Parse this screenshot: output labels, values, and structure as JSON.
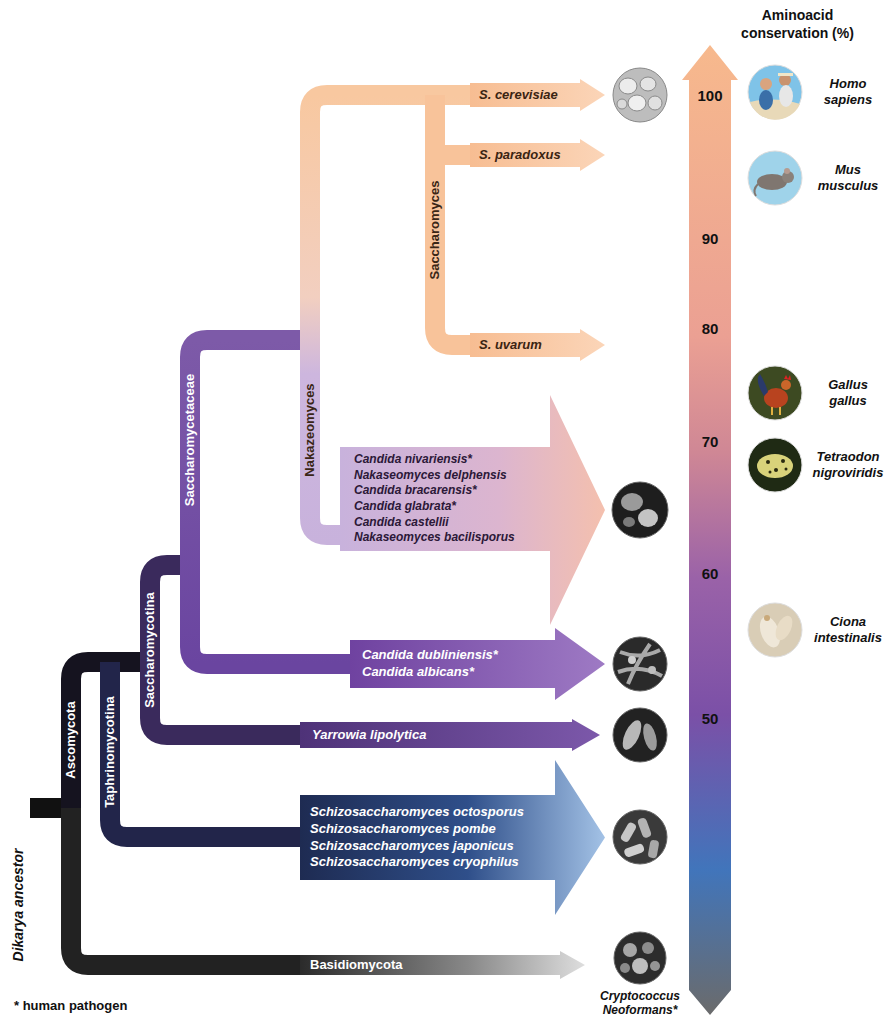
{
  "diagram": {
    "nodes": [
      {
        "text": [
          "S. cerevisiae"
        ]
      },
      {
        "text": [
          "S. paradoxus"
        ]
      },
      {
        "text": [
          "S. uvarum"
        ]
      },
      {
        "text": [
          "Candida nivariensis*",
          "Nakaseomyces delphensis",
          "Candida bracarensis*",
          "Candida glabrata*",
          "Candida castellii",
          "Nakaseomyces bacilisporus"
        ]
      },
      {
        "text": [
          "Candida dubliniensis*",
          "Candida albicans*"
        ]
      },
      {
        "text": [
          "Yarrowia lipolytica"
        ]
      },
      {
        "text": [
          "Schizosaccharomyces octosporus",
          "Schizosaccharomyces pombe",
          "Schizosaccharomyces japonicus",
          "Schizosaccharomyces cryophilus"
        ]
      },
      {
        "text": [
          "Basidiomycota"
        ]
      }
    ],
    "labels": [
      "Aminoacid conservation (%)",
      "100",
      "Homo sapiens",
      "Mus musculus",
      "90",
      "80",
      "Gallus gallus",
      "70",
      "Tetraodon nigroviridis",
      "60",
      "Ciona intestinalis",
      "50",
      "Saccharomyces",
      "Nakazeomyces",
      "Saccharomycetaceae",
      "Saccharomycotina",
      "Taphrinomycotina",
      "Ascomycota",
      "Dikarya ancestor",
      "Cryptococcus Neoformans*",
      "* human pathogen"
    ]
  }
}
